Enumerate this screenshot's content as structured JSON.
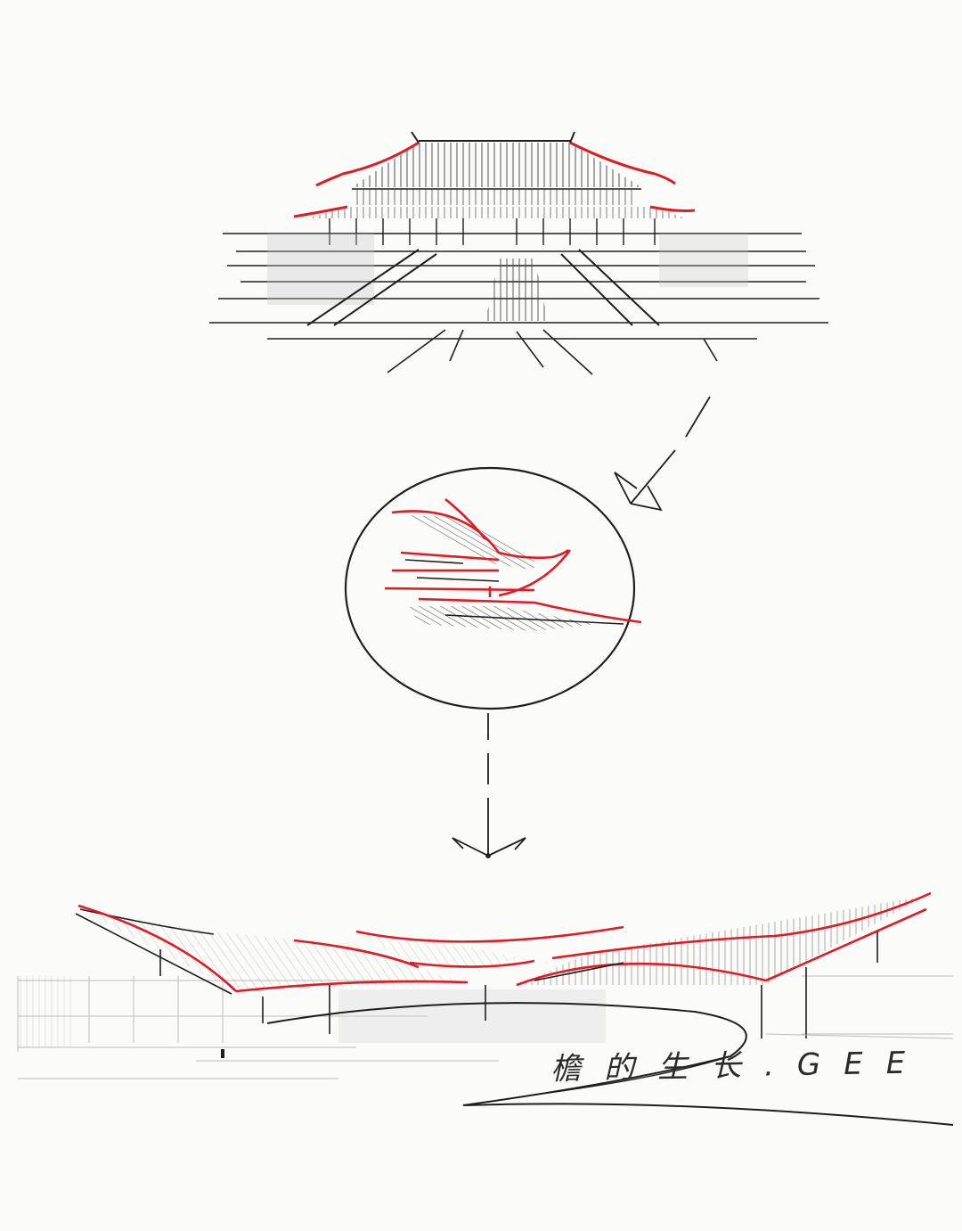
{
  "caption": {
    "text": "檐的生长.GEE"
  },
  "colors": {
    "paper": "#fbfbfa",
    "ink": "#1e1e1e",
    "accent_red": "#e01b24",
    "wash_gray": "#c8c8c8"
  },
  "panels": [
    "traditional-palace-elevation",
    "eave-detail-circle",
    "modern-canopy-perspective"
  ]
}
